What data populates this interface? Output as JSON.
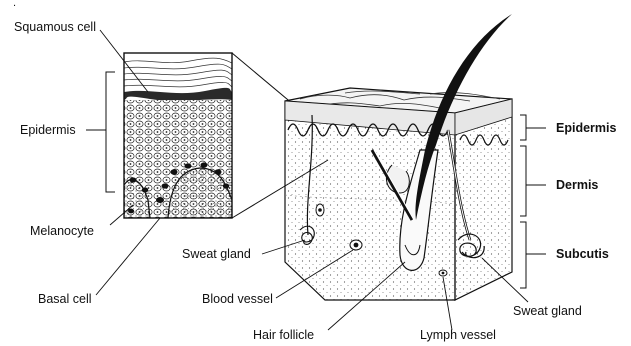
{
  "corner_mark": ".",
  "labels": {
    "squamous_cell": "Squamous cell",
    "epidermis_left": "Epidermis",
    "melanocyte": "Melanocyte",
    "basal_cell": "Basal cell",
    "sweat_gland_left": "Sweat gland",
    "blood_vessel": "Blood vessel",
    "hair_follicle": "Hair follicle",
    "lymph_vessel": "Lymph vessel",
    "sweat_gland_right": "Sweat gland"
  },
  "layers": {
    "epidermis": "Epidermis",
    "dermis": "Dermis",
    "subcutis": "Subcutis"
  }
}
